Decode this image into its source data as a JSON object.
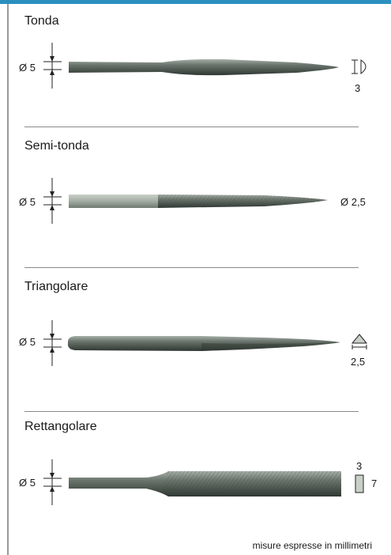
{
  "colors": {
    "header_accent": "#2b8fbf",
    "tool_dark": "#4d5751",
    "tool_light": "#8a948c"
  },
  "sections": [
    {
      "title": "Tonda",
      "shank": "Ø 5",
      "profile": "half-round-section",
      "tip_dim": "3"
    },
    {
      "title": "Semi-tonda",
      "shank": "Ø 5",
      "profile": "tip-diameter",
      "tip_dim": "Ø 2,5"
    },
    {
      "title": "Triangolare",
      "shank": "Ø 5",
      "profile": "triangle-section",
      "tip_dim": "2,5"
    },
    {
      "title": "Rettangolare",
      "shank": "Ø 5",
      "profile": "rectangle-section",
      "tip_dim": "3",
      "tip_dim2": "7"
    }
  ],
  "footer": "misure espresse in millimetri"
}
